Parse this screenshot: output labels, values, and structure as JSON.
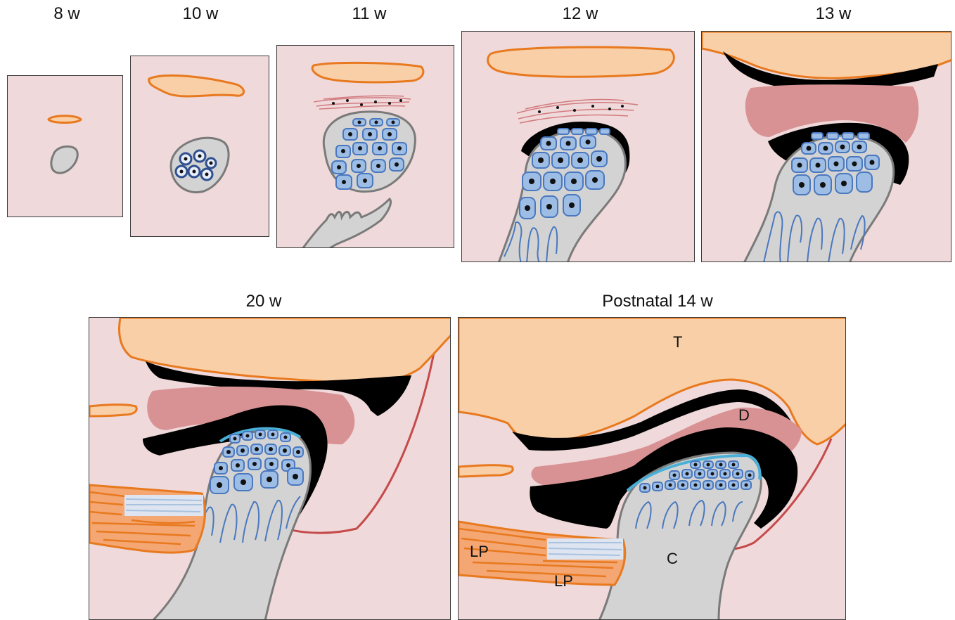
{
  "stages": [
    "8 w",
    "10 w",
    "11 w",
    "12 w",
    "13 w",
    "20 w",
    "Postnatal 14 w"
  ],
  "labels": {
    "temporal": "T",
    "disc": "D",
    "condyle": "C",
    "lateral_pterygoid": "LP"
  },
  "colors": {
    "background": "#efd9da",
    "temporal_bone_fill": "#f9cfa8",
    "bone_outline": "#e8791e",
    "condyle_fill": "#d3d3d3",
    "condyle_outline": "#7a7a7a",
    "chondrocyte_fill": "#9dbde4",
    "chondrocyte_outline": "#4a78bf",
    "joint_cavity": "#000000",
    "disc_fill": "#d99294",
    "fibrocartilage_surface": "#4ab0d8",
    "capsule": "#c54a4a",
    "mesenchyme": "#d27a7e"
  },
  "icons": [
    "temporal-bone-shape",
    "condyle-shape",
    "articular-disc-shape",
    "joint-cavity-shape",
    "chondrocyte-cells",
    "lateral-pterygoid-muscle"
  ]
}
